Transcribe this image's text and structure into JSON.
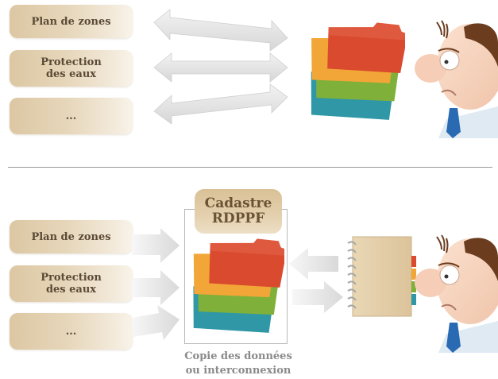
{
  "top": {
    "layers": [
      {
        "id": "plan_de_zones",
        "label_lines": [
          "Plan de zones"
        ]
      },
      {
        "id": "protection_des_eaux",
        "label_lines": [
          "Protection",
          "des eaux"
        ]
      },
      {
        "id": "autres",
        "label_lines": [
          "..."
        ]
      }
    ]
  },
  "bottom": {
    "layers": [
      {
        "id": "plan_de_zones",
        "label_lines": [
          "Plan de zones"
        ]
      },
      {
        "id": "protection_des_eaux",
        "label_lines": [
          "Protection",
          "des eaux"
        ]
      },
      {
        "id": "autres",
        "label_lines": [
          "..."
        ]
      }
    ],
    "cadastre": {
      "title_lines": [
        "Cadastre",
        "RDPPF"
      ]
    },
    "caption_lines": [
      "Copie des données",
      "ou interconnexion"
    ]
  },
  "icons": {
    "folders": "stacked-folders-icon",
    "person": "user-avatar-icon",
    "notebook": "notebook-icon",
    "arrows": "double-arrow-icon"
  },
  "colors": {
    "pill": "#e3d2b4",
    "pill_text": "#5b4a36",
    "folder_red": "#d94a2e",
    "folder_orange": "#f2a637",
    "folder_green": "#7fb03a",
    "folder_teal": "#2f97a6",
    "arrow": "#e3e3e3"
  }
}
